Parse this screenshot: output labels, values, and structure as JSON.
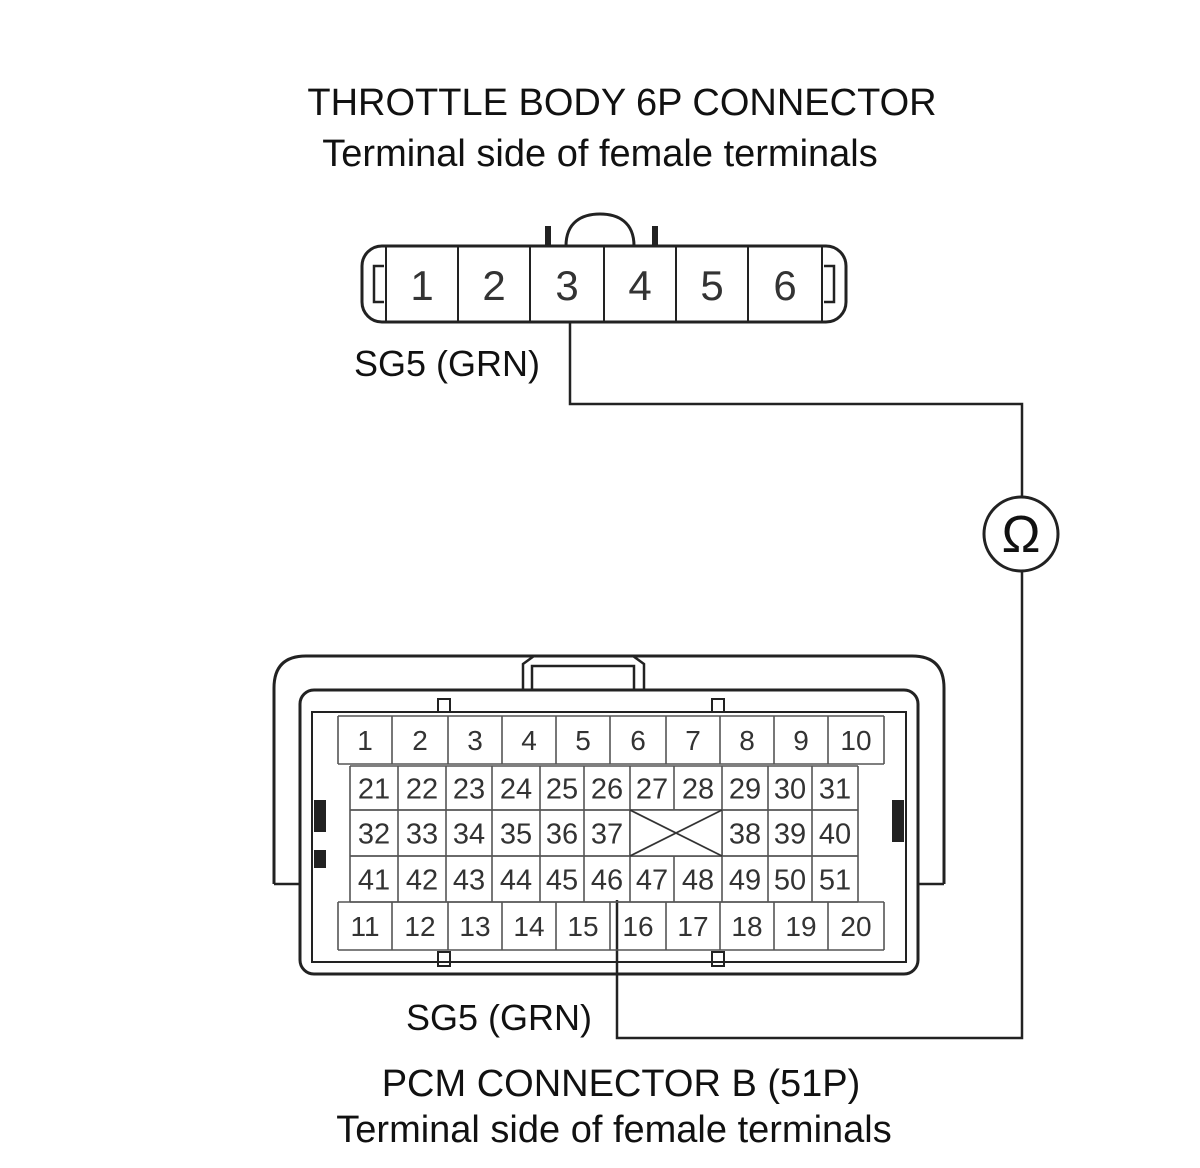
{
  "throttle_connector": {
    "title": "THROTTLE BODY 6P CONNECTOR",
    "subtitle": "Terminal side of female terminals",
    "pins": [
      "1",
      "2",
      "3",
      "4",
      "5",
      "6"
    ],
    "wire_label": "SG5 (GRN)"
  },
  "meter": {
    "symbol": "Ω"
  },
  "pcm_connector": {
    "title": "PCM CONNECTOR B (51P)",
    "subtitle": "Terminal side of female terminals",
    "wire_label": "SG5 (GRN)",
    "rows": [
      [
        "1",
        "2",
        "3",
        "4",
        "5",
        "6",
        "7",
        "8",
        "9",
        "10"
      ],
      [
        "21",
        "22",
        "23",
        "24",
        "25",
        "26",
        "27",
        "28",
        "29",
        "30",
        "31"
      ],
      [
        "32",
        "33",
        "34",
        "35",
        "36",
        "37",
        "",
        "",
        "38",
        "39",
        "40"
      ],
      [
        "41",
        "42",
        "43",
        "44",
        "45",
        "46",
        "47",
        "48",
        "49",
        "50",
        "51"
      ],
      [
        "11",
        "12",
        "13",
        "14",
        "15",
        "16",
        "17",
        "18",
        "19",
        "20"
      ]
    ]
  }
}
